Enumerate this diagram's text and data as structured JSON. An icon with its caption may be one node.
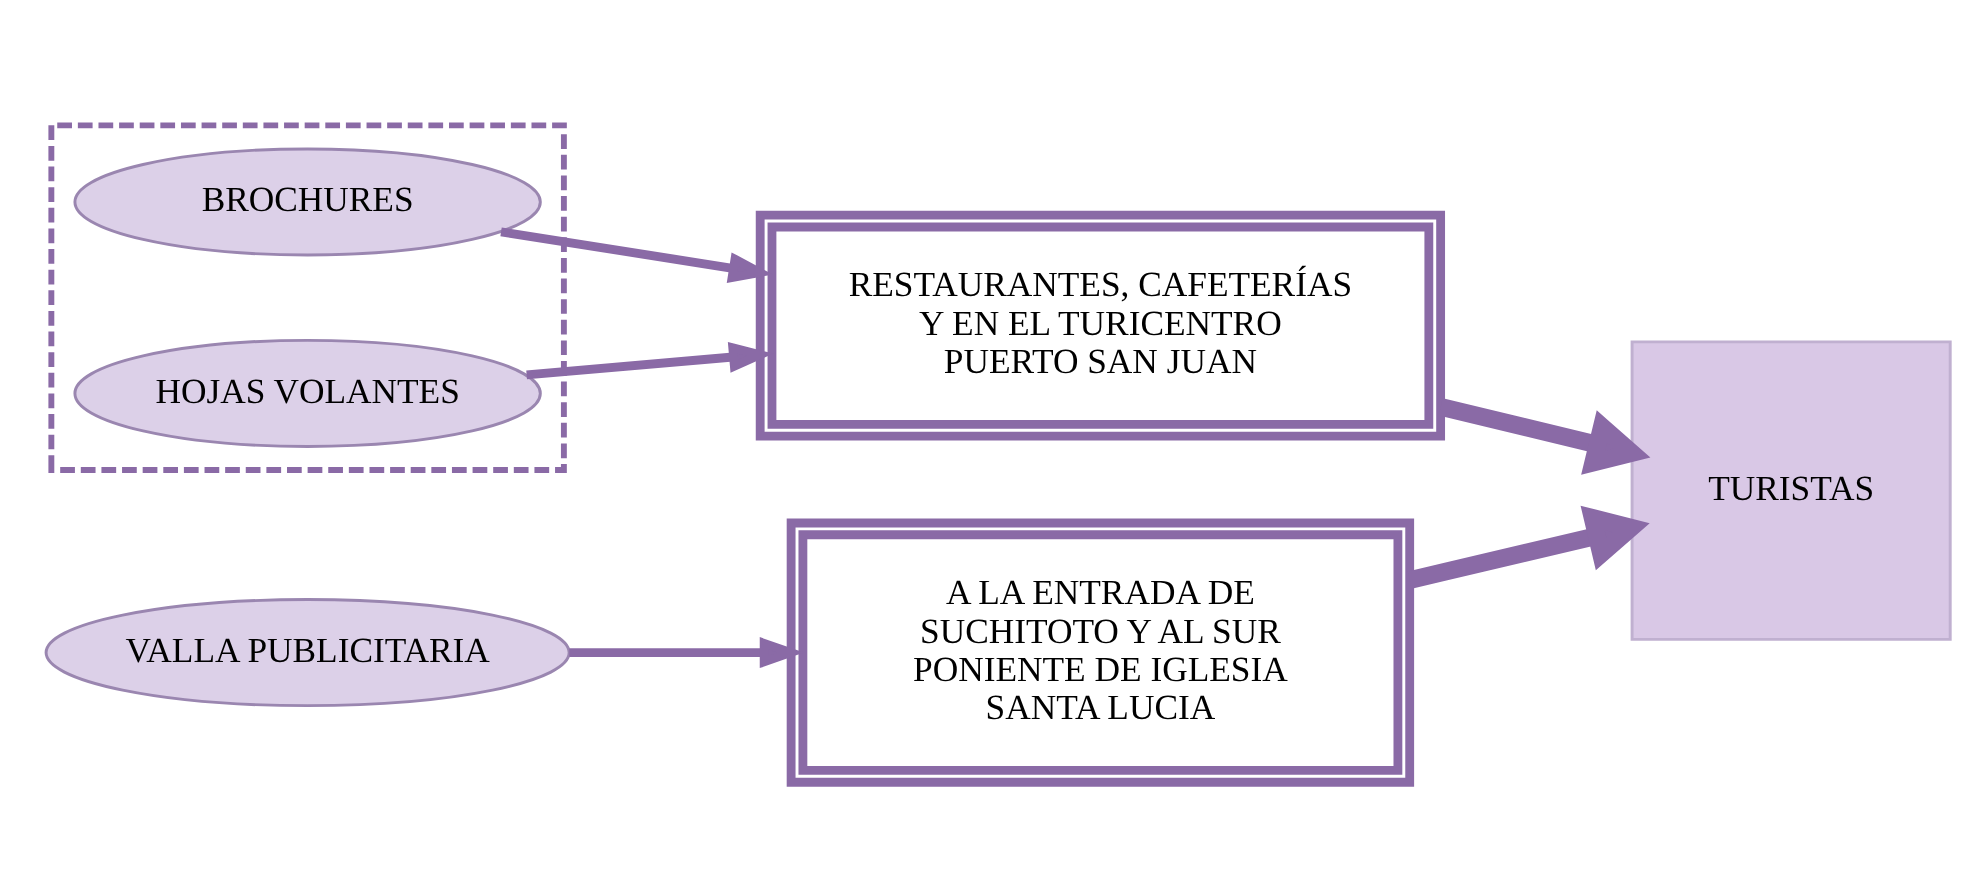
{
  "diagram": {
    "nodes": [
      {
        "text": [],
        "shape": "box"
      },
      {
        "text": [
          "BROCHURES"
        ],
        "in": 0
      },
      {
        "text": [
          "HOJAS VOLANTES"
        ],
        "in": 0
      },
      {
        "text": [
          "RESTAURANTES, CAFETERÍAS Y EN EL TURICENTRO PUERTO SAN JUAN"
        ]
      },
      {
        "text": [
          "VALLA PUBLICITARIA"
        ]
      },
      {
        "text": [
          "A LA ENTRADA DE SUCHITOTO Y AL SUR PONIENTE DE IGLESIA SANTA LUCIA"
        ]
      },
      {
        "text": [
          "TURISTAS"
        ]
      }
    ],
    "edges": [
      {
        "from": 1,
        "to": 3,
        "arrow": "to"
      },
      {
        "from": 2,
        "to": 3,
        "arrow": "to"
      },
      {
        "from": 4,
        "to": 5,
        "arrow": "to"
      },
      {
        "from": 3,
        "to": 6,
        "arrow": "to",
        "style": "thick"
      },
      {
        "from": 5,
        "to": 6,
        "arrow": "to",
        "style": "thick"
      }
    ]
  }
}
